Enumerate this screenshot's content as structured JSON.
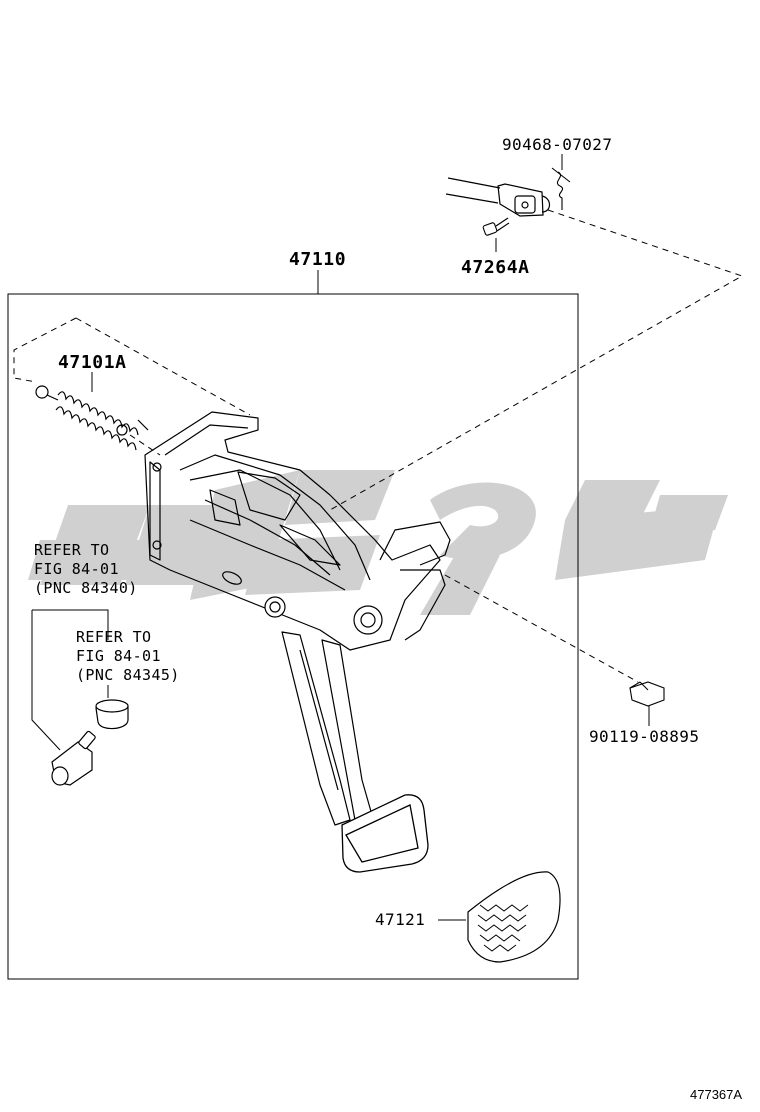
{
  "diagram": {
    "labels": {
      "pin_part": "90468-07027",
      "clevis_pin_part": "47264A",
      "bracket_assy": "47110",
      "spring_part": "47101A",
      "bolt_part": "90119-08895",
      "pedal_pad": "47121",
      "refer_1_line1": "REFER TO",
      "refer_1_line2": "FIG 84-01",
      "refer_1_line3": "(PNC 84340)",
      "refer_2_line1": "REFER TO",
      "refer_2_line2": "FIG 84-01",
      "refer_2_line3": "(PNC 84345)",
      "figure_code": "477367A"
    },
    "colors": {
      "ink": "#000000",
      "watermark": "#c8c8c8",
      "background": "#ffffff"
    }
  }
}
